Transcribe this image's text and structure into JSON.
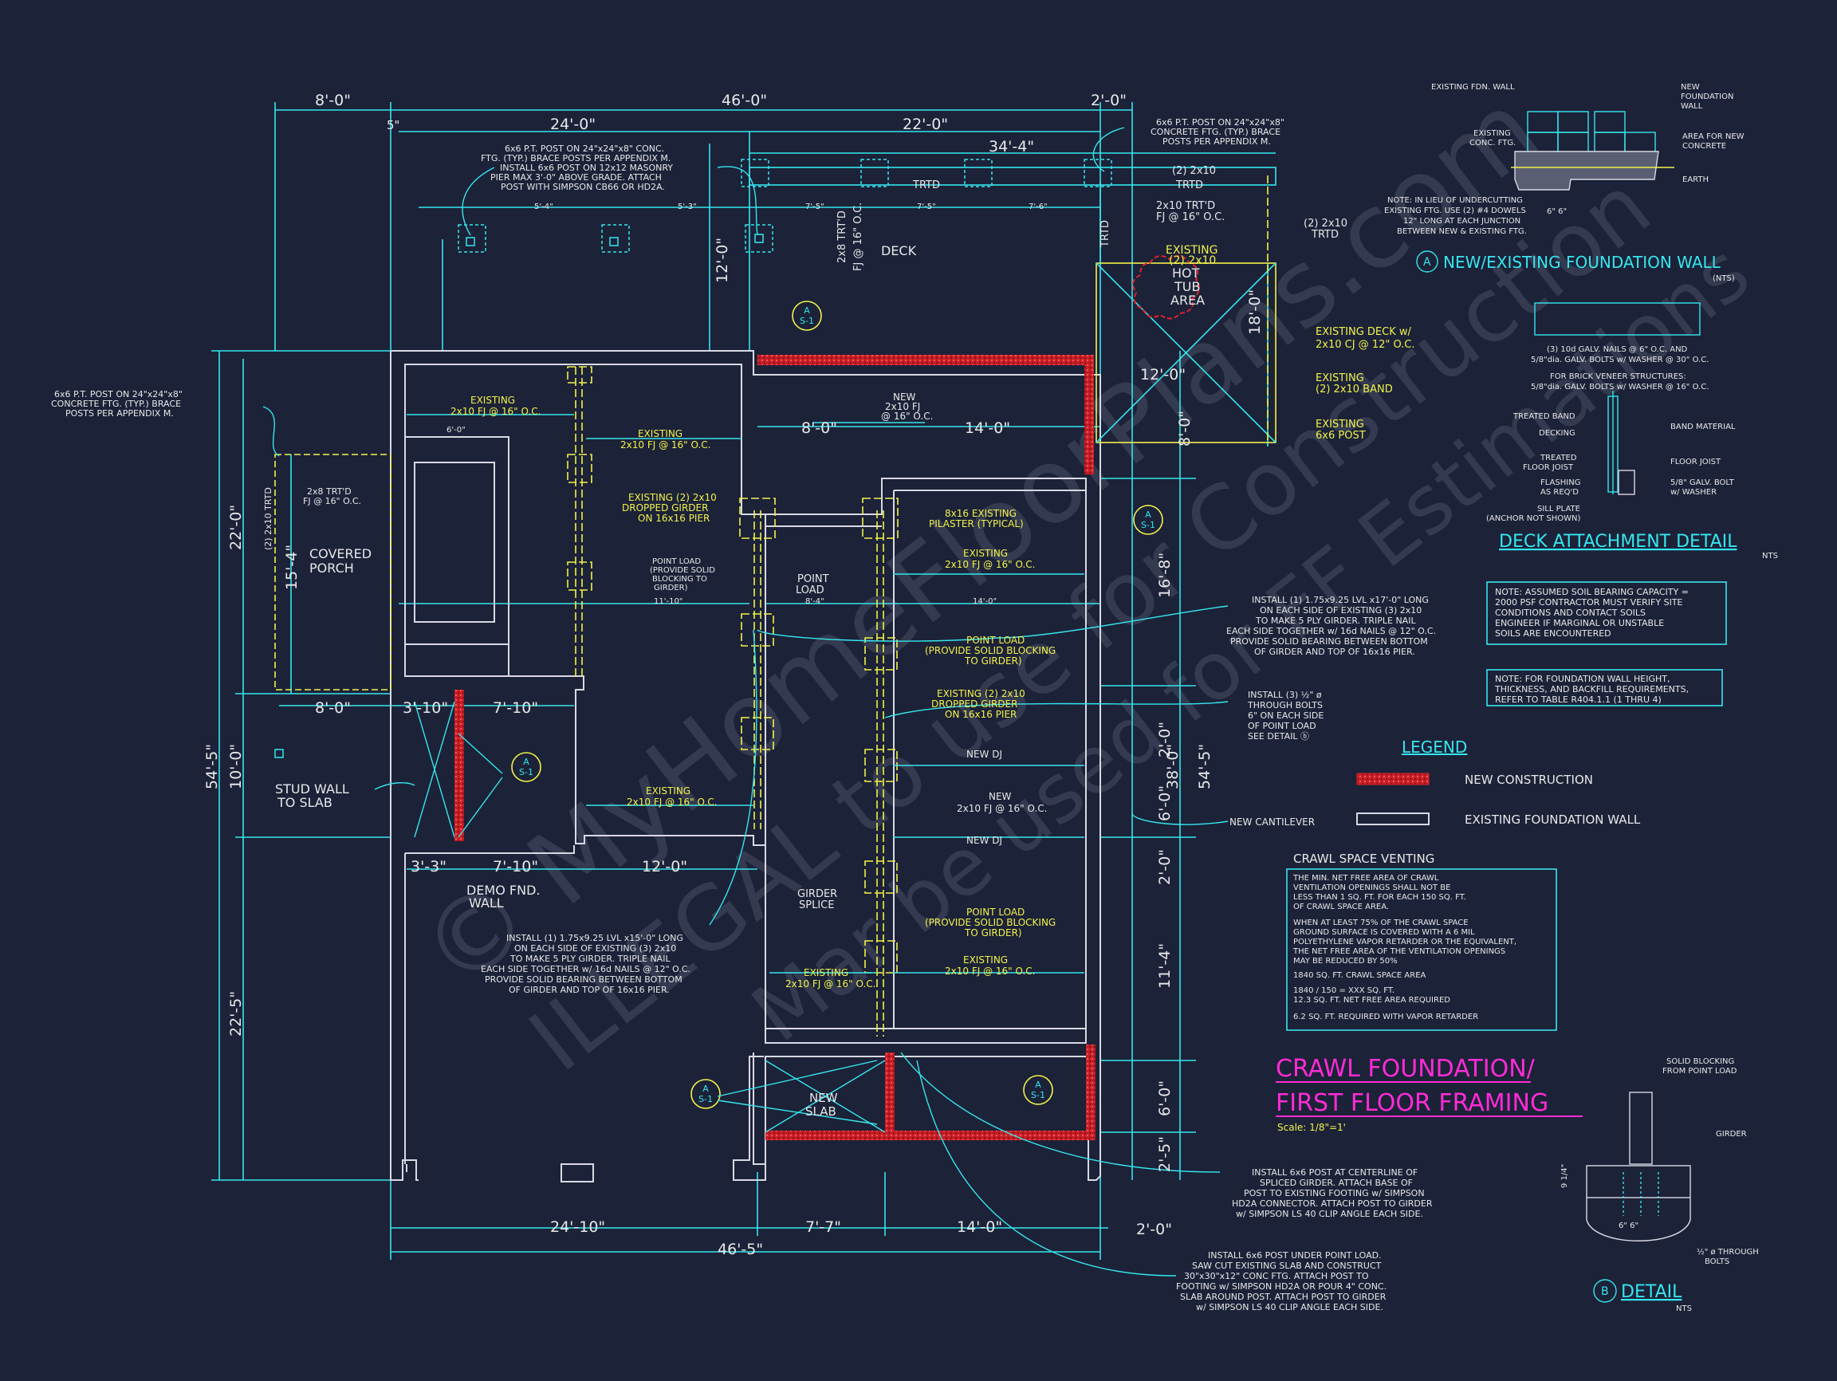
{
  "colors": {
    "background": "#1c2238",
    "dimension": "#35e6ee",
    "text_yellow": "#f2f24a",
    "wall": "#d9d9e3",
    "new_construction": "#e0222a",
    "title": "#ff2bd6",
    "callout_cyan": "#21d4ee"
  },
  "watermark": [
    "© MyHomeFloorPlans.com",
    "ILLEGAL to use for Construction",
    "Mar be used for FF Estimations"
  ],
  "dims_top": {
    "overall": "46'-0\"",
    "left": "8'-0\"",
    "right": "2'-0\"",
    "five": "5\"",
    "a": "24'-0\"",
    "b": "22'-0\"",
    "deck": "34'-4\"",
    "deck_h": "12'-0\""
  },
  "dims_bottom": {
    "overall": "46'-5\"",
    "a": "24'-10\"",
    "b": "7'-7\"",
    "c": "14'-0\"",
    "right": "2'-0\""
  },
  "dims_left": {
    "overall": "54'-5\"",
    "a": "22'-0\"",
    "b": "10'-0\"",
    "c": "22'-5\"",
    "porch": "15'-4\"",
    "deck": "8'-0\""
  },
  "dims_right": {
    "overall": "54'-5\"",
    "a": "38'-0\"",
    "b": "16'-8\"",
    "c": "2'-0\"",
    "d": "6'-0\"",
    "e": "2'-0\"",
    "f": "11'-4\"",
    "g": "6'-0\"",
    "h": "2'-5\"",
    "deck": "18'-0\"",
    "deck2": "8'-0\""
  },
  "dims_inner": {
    "a": "8'-0\"",
    "b": "3'-10\"",
    "c": "7'-10\"",
    "d": "3'-3\"",
    "e": "7'-10\"",
    "f": "12'-0\"",
    "g": "8'-0\"",
    "h": "14'-0\"",
    "i": "12'-0\"",
    "s1": "6'-0\"",
    "s2": "11'-10\"",
    "s3": "8'-4\"",
    "s4": "14'-0\"",
    "p1": "5'-4\"",
    "p2": "5'-3\"",
    "p3": "7'-5\"",
    "p4": "7'-5\"",
    "p5": "7'-6\""
  },
  "notes": {
    "post_top": [
      "6x6 P.T. POST ON 24\"x24\"x8\" CONC.",
      "FTG. (TYP.) BRACE POSTS PER APPENDIX M.",
      "INSTALL 6x6 POST ON 12x12 MASONRY",
      "PIER MAX 3'-0\" ABOVE GRADE. ATTACH",
      "POST WITH SIMPSON CB66 OR HD2A."
    ],
    "post_right": [
      "6x6 P.T. POST ON 24\"x24\"x8\"",
      "CONCRETE FTG. (TYP.) BRACE",
      "POSTS PER APPENDIX M."
    ],
    "post_left": [
      "6x6 P.T. POST ON 24\"x24\"x8\"",
      "CONCRETE FTG. (TYP.) BRACE",
      "POSTS PER APPENDIX M."
    ],
    "lvl_right": [
      "INSTALL (1) 1.75x9.25 LVL x17'-0\" LONG",
      "ON EACH SIDE OF EXISTING (3) 2x10",
      "TO MAKE 5 PLY GIRDER. TRIPLE NAIL",
      "EACH SIDE TOGETHER w/ 16d NAILS @ 12\" O.C.",
      "PROVIDE SOLID BEARING BETWEEN BOTTOM",
      "OF GIRDER AND TOP OF 16x16 PIER."
    ],
    "lvl_left": [
      "INSTALL (1) 1.75x9.25 LVL x15'-0\" LONG",
      "ON EACH SIDE OF EXISTING (3) 2x10",
      "TO MAKE 5 PLY GIRDER. TRIPLE NAIL",
      "EACH SIDE TOGETHER w/ 16d NAILS @ 12\" O.C.",
      "PROVIDE SOLID BEARING BETWEEN BOTTOM",
      "OF GIRDER AND TOP OF 16x16 PIER."
    ],
    "bolts": [
      "INSTALL (3) ½\" ø",
      "THROUGH BOLTS",
      "6\" ON EACH SIDE",
      "OF POINT LOAD",
      "SEE DETAIL ⓑ"
    ],
    "splice": [
      "INSTALL 6x6 POST AT CENTERLINE OF",
      "SPLICED GIRDER. ATTACH BASE OF",
      "POST TO EXISTING FOOTING w/ SIMPSON",
      "HD2A CONNECTOR. ATTACH POST TO GIRDER",
      "w/ SIMPSON LS 40 CLIP ANGLE EACH SIDE."
    ],
    "pointload": [
      "INSTALL 6x6 POST UNDER POINT LOAD.",
      "SAW CUT EXISTING SLAB AND CONSTRUCT",
      "30\"x30\"x12\" CONC FTG. ATTACH POST TO",
      "FOOTING w/ SIMPSON HD2A OR POUR 4\" CONC.",
      "SLAB AROUND POST. ATTACH POST TO GIRDER",
      "w/ SIMPSON LS 40 CLIP ANGLE EACH SIDE."
    ],
    "soil": [
      "NOTE: ASSUMED SOIL BEARING CAPACITY =",
      "2000 PSF CONTRACTOR MUST VERIFY SITE",
      "CONDITIONS AND CONTACT SOILS",
      "ENGINEER IF MARGINAL OR UNSTABLE",
      "SOILS ARE ENCOUNTERED"
    ],
    "wall": [
      "NOTE: FOR FOUNDATION WALL HEIGHT,",
      "THICKNESS, AND BACKFILL REQUIREMENTS,",
      "REFER TO TABLE R404.1.1 (1 THRU 4)"
    ]
  },
  "labels": {
    "deck": "DECK",
    "trtd": "TRTD",
    "trtd_fj": "2x8 TRT'D",
    "trtd_fj2": "FJ @ 16\" O.C.",
    "two_trtd": "(2) 2x10",
    "two_trtd2": "TRTD",
    "trtd_fj_right": "2x10 TRT'D",
    "trtd_fj_right2": "FJ @ 16\" O.C.",
    "hot1": "EXISTING",
    "hot2": "(2) 2x10",
    "hot3": "HOT",
    "hot4": "TUB",
    "hot5": "AREA",
    "ex_deck1": "EXISTING DECK w/",
    "ex_deck2": "2x10 CJ @ 12\" O.C.",
    "ex_band1": "EXISTING",
    "ex_band2": "(2) 2x10 BAND",
    "ex_post1": "EXISTING",
    "ex_post2": "6x6 POST",
    "covered": "COVERED",
    "porch": "PORCH",
    "porch_fj1": "2x8 TRT'D",
    "porch_fj2": "FJ @ 16\" O.C.",
    "porch_beam": "(2) 2x10 TRTD",
    "stud1": "STUD WALL",
    "stud2": "TO SLAB",
    "demo1": "DEMO FND.",
    "demo2": "WALL",
    "ex_a1": "EXISTING",
    "ex_a2": "2x10 FJ @ 16\" O.C.",
    "drop1": "EXISTING (2) 2x10",
    "drop2": "DROPPED GIRDER",
    "drop3": "ON 16x16 PIER",
    "pl1": "POINT LOAD",
    "pl2": "(PROVIDE SOLID",
    "pl3": "BLOCKING TO",
    "pl4": "GIRDER)",
    "point": "POINT",
    "load": "LOAD",
    "new1": "NEW",
    "new2": "2x10 FJ",
    "new3": "@ 16\" O.C.",
    "pilaster1": "8x16 EXISTING",
    "pilaster2": "PILASTER (TYPICAL)",
    "pl_r1": "POINT LOAD",
    "pl_r2": "(PROVIDE SOLID BLOCKING",
    "pl_r3": "TO GIRDER)",
    "newdj": "NEW DJ",
    "new": "NEW",
    "new_fj": "2x10 FJ @ 16\" O.C.",
    "girder1": "GIRDER",
    "girder2": "SPLICE",
    "newslab1": "NEW",
    "newslab2": "SLAB",
    "cantilever": "NEW CANTILEVER",
    "section": "A",
    "section_sheet": "S-1"
  },
  "legend": {
    "title": "LEGEND",
    "new": "NEW CONSTRUCTION",
    "existing": "EXISTING FOUNDATION WALL"
  },
  "venting": {
    "title": "CRAWL SPACE VENTING",
    "lines": [
      "THE MIN. NET FREE AREA OF CRAWL",
      "VENTILATION OPENINGS SHALL NOT BE",
      "LESS THAN 1 SQ. FT. FOR EACH 150 SQ. FT.",
      "OF CRAWL SPACE AREA.",
      "",
      "WHEN AT LEAST 75% OF THE CRAWL SPACE",
      "GROUND SURFACE IS COVERED WITH A 6 MIL",
      "POLYETHYLENE VAPOR RETARDER OR THE EQUIVALENT,",
      "THE NET FREE AREA OF THE VENTILATION OPENINGS",
      "MAY BE REDUCED BY 50%",
      "",
      "1840  SQ. FT. CRAWL SPACE AREA",
      "",
      "1840    / 150 = XXX  SQ. FT.",
      "12.3   SQ. FT. NET FREE AREA REQUIRED",
      "",
      "6.2    SQ. FT. REQUIRED WITH VAPOR RETARDER"
    ]
  },
  "title": {
    "line1": "CRAWL FOUNDATION/",
    "line2": "FIRST FLOOR FRAMING",
    "scale": "Scale: 1/8\"=1'"
  },
  "detail_a": {
    "mark": "A",
    "title": "NEW/EXISTING FOUNDATION WALL",
    "nts": "(NTS)",
    "ex_fdn": "EXISTING FDN. WALL",
    "new_fdn1": "NEW",
    "new_fdn2": "FOUNDATION",
    "new_fdn3": "WALL",
    "ex_conc1": "EXISTING",
    "ex_conc2": "CONC. FTG.",
    "area1": "AREA FOR NEW",
    "area2": "CONCRETE",
    "earth": "EARTH",
    "note": [
      "NOTE: IN LIEU OF UNDERCUTTING",
      "EXISTING FTG. USE (2) #4 DOWELS",
      "12\" LONG AT EACH JUNCTION",
      "BETWEEN NEW & EXISTING FTG."
    ],
    "dim": "6\"  6\""
  },
  "deck_detail": {
    "n1": "(3) 10d GALV. NAILS @ 6\" O.C. AND",
    "n2": "5/8\"dia. GALV. BOLTS w/ WASHER @ 30\" O.C.",
    "n3": "FOR BRICK VENEER STRUCTURES:",
    "n4": "5/8\"dia. GALV. BOLTS w/ WASHER @ 16\" O.C.",
    "band": "TREATED BAND",
    "decking": "DECKING",
    "tfj1": "TREATED",
    "tfj2": "FLOOR JOIST",
    "flash1": "FLASHING",
    "flash2": "AS REQ'D",
    "sill": "SILL PLATE",
    "anchor": "(ANCHOR NOT SHOWN)",
    "bandmat": "BAND MATERIAL",
    "floorjoist": "FLOOR JOIST",
    "bolt1": "5/8\" GALV. BOLT",
    "bolt2": "w/ WASHER",
    "title": "DECK ATTACHMENT DETAIL",
    "nts": "NTS"
  },
  "detail_b": {
    "mark": "B",
    "title": "DETAIL",
    "nts": "NTS",
    "solid1": "SOLID BLOCKING",
    "solid2": "FROM POINT LOAD",
    "girder": "GIRDER",
    "dim": "9 1/4\"",
    "spacing": "6\"  6\"",
    "bolts1": "½\" ø THROUGH",
    "bolts2": "BOLTS"
  }
}
